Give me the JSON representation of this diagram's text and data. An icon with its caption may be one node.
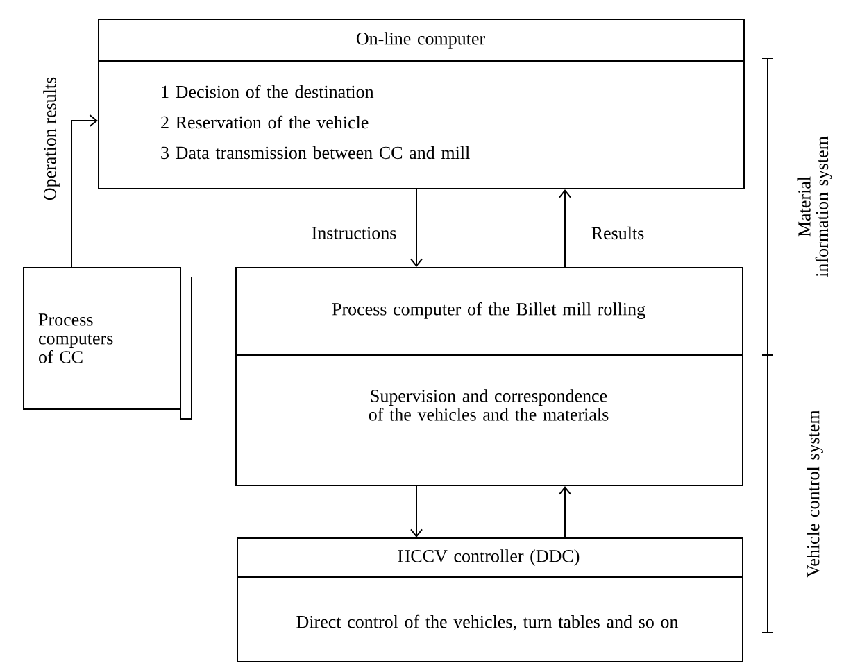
{
  "diagram": {
    "nodes": [
      {
        "text": [
          "On-line computer",
          "1 Decision of the destination",
          "2 Reservation of the vehicle",
          "3 Data transmission between CC and mill"
        ]
      },
      {
        "text": [
          "Process computer of the Billet mill rolling",
          "Supervision and correspondence of the vehicles and the materials"
        ]
      },
      {
        "text": [
          "HCCV controller (DDC)",
          "Direct control of the vehicles, turn tables and so on"
        ]
      },
      {
        "text": [
          "Process computers of CC"
        ]
      }
    ],
    "edges": [
      {
        "from": 3,
        "to": 0,
        "arrow": "to",
        "label": "Operation results"
      },
      {
        "from": 0,
        "to": 1,
        "arrow": "to",
        "label": "Instructions"
      },
      {
        "from": 1,
        "to": 0,
        "arrow": "to",
        "label": "Results"
      },
      {
        "from": 1,
        "to": 2,
        "arrow": "to"
      },
      {
        "from": 2,
        "to": 1,
        "arrow": "to"
      }
    ],
    "labels": [
      "Material information system",
      "Vehicle control system"
    ]
  }
}
